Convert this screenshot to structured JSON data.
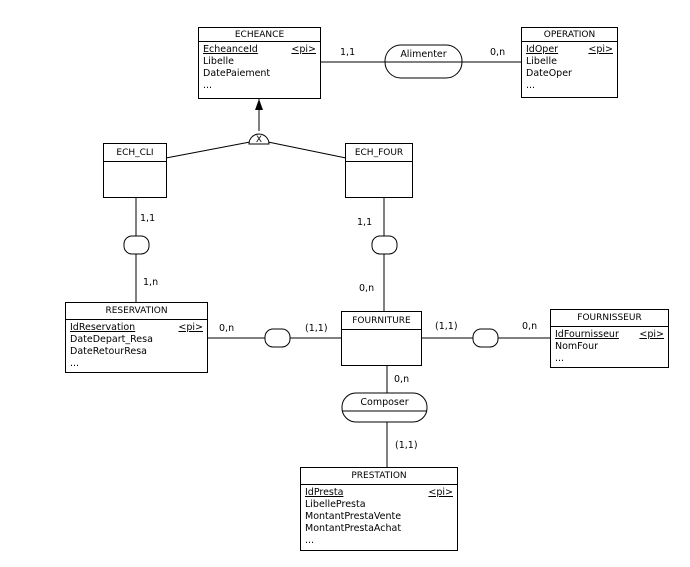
{
  "entities": {
    "echeance": {
      "title": "ECHEANCE",
      "id": "EcheanceId",
      "pi": "<pi>",
      "attrs": [
        "Libelle",
        "DatePaiement",
        "..."
      ]
    },
    "operation": {
      "title": "OPERATION",
      "id": "IdOper",
      "pi": "<pi>",
      "attrs": [
        "Libelle",
        "DateOper",
        "..."
      ]
    },
    "ech_cli": {
      "title": "ECH_CLI"
    },
    "ech_four": {
      "title": "ECH_FOUR"
    },
    "reservation": {
      "title": "RESERVATION",
      "id": "IdReservation",
      "pi": "<pi>",
      "attrs": [
        "DateDepart_Resa",
        "DateRetourResa",
        "..."
      ]
    },
    "fourniture": {
      "title": "FOURNITURE"
    },
    "fournisseur": {
      "title": "FOURNISSEUR",
      "id": "IdFournisseur",
      "pi": "<pi>",
      "attrs": [
        "NomFour",
        "..."
      ]
    },
    "prestation": {
      "title": "PRESTATION",
      "id": "IdPresta",
      "pi": "<pi>",
      "attrs": [
        "LibellePresta",
        "MontantPrestaVente",
        "MontantPrestaAchat",
        "..."
      ]
    }
  },
  "relations": {
    "alimenter": "Alimenter",
    "composer": "Composer"
  },
  "cardinalities": {
    "echeance_alimenter": "1,1",
    "operation_alimenter": "0,n",
    "ech_cli_link": "1,1",
    "reservation_link": "1,n",
    "ech_four_link": "1,1",
    "fourniture_top": "0,n",
    "reservation_fourniture": "0,n",
    "fourniture_left": "(1,1)",
    "fourniture_right": "(1,1)",
    "fournisseur_link": "0,n",
    "fourniture_composer": "0,n",
    "prestation_composer": "(1,1)"
  },
  "inheritance_symbol": "X"
}
